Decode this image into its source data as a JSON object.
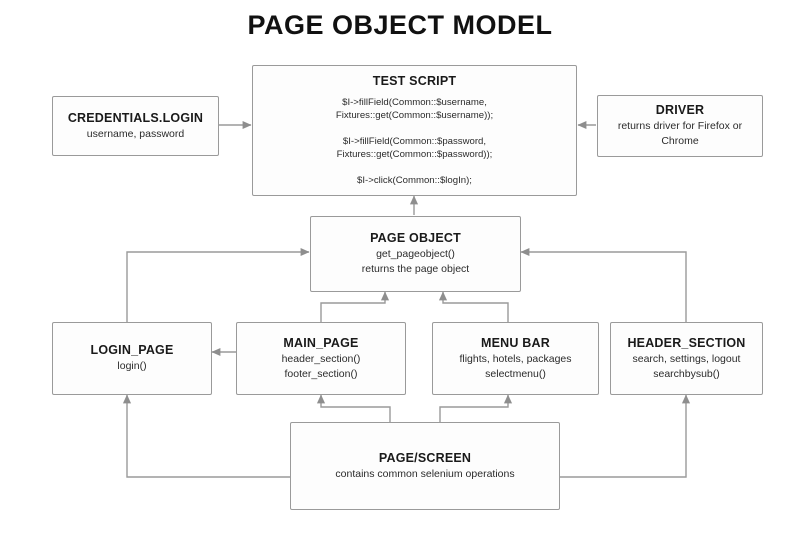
{
  "diagram": {
    "title": "PAGE OBJECT MODEL",
    "type": "flowchart",
    "line_color": "#9a9a9a",
    "box_border_color": "#9a9a9a",
    "box_fill_color": "#fdfdfd",
    "text_color": "#1a1a1a"
  },
  "nodes": {
    "credentials": {
      "title": "CREDENTIALS.LOGIN",
      "sub1": "username, password"
    },
    "test_script": {
      "title": "TEST SCRIPT",
      "code_line_1": "$I->fillField(Common::$username,",
      "code_line_2": "Fixtures::get(Common::$username));",
      "code_line_3": "$I->fillField(Common::$password,",
      "code_line_4": "Fixtures::get(Common::$password));",
      "code_line_5": "$I->click(Common::$logIn);"
    },
    "driver": {
      "title": "DRIVER",
      "sub1": "returns driver for Firefox or",
      "sub2": "Chrome"
    },
    "page_object": {
      "title": "PAGE OBJECT",
      "sub1": "get_pageobject()",
      "sub2": "returns the page object"
    },
    "login_page": {
      "title": "LOGIN_PAGE",
      "sub1": "login()"
    },
    "main_page": {
      "title": "MAIN_PAGE",
      "sub1": "header_section()",
      "sub2": "footer_section()"
    },
    "menu_bar": {
      "title": "MENU BAR",
      "sub1": "flights, hotels, packages",
      "sub2": "selectmenu()"
    },
    "header_section": {
      "title": "HEADER_SECTION",
      "sub1": "search, settings, logout",
      "sub2": "searchbysub()"
    },
    "page_screen": {
      "title": "PAGE/SCREEN",
      "sub1": "contains common selenium operations"
    }
  },
  "edges": [
    {
      "name": "credentials-to-test-script",
      "from": "credentials",
      "to": "test_script",
      "arrow": "right"
    },
    {
      "name": "driver-to-test-script",
      "from": "driver",
      "to": "test_script",
      "arrow": "left"
    },
    {
      "name": "page-object-to-test-script",
      "from": "page_object",
      "to": "test_script",
      "arrow": "up"
    },
    {
      "name": "login-page-to-page-object",
      "from": "login_page",
      "to": "page_object",
      "arrow": "right"
    },
    {
      "name": "main-page-to-page-object",
      "from": "main_page",
      "to": "page_object",
      "arrow": "up"
    },
    {
      "name": "menu-bar-to-page-object",
      "from": "menu_bar",
      "to": "page_object",
      "arrow": "up"
    },
    {
      "name": "header-section-to-page-object",
      "from": "header_section",
      "to": "page_object",
      "arrow": "left"
    },
    {
      "name": "main-page-to-login-page",
      "from": "main_page",
      "to": "login_page",
      "arrow": "left"
    },
    {
      "name": "page-screen-to-login-page",
      "from": "page_screen",
      "to": "login_page",
      "arrow": "up"
    },
    {
      "name": "page-screen-to-main-page",
      "from": "page_screen",
      "to": "main_page",
      "arrow": "up"
    },
    {
      "name": "page-screen-to-menu-bar",
      "from": "page_screen",
      "to": "menu_bar",
      "arrow": "up"
    },
    {
      "name": "page-screen-to-header-section",
      "from": "page_screen",
      "to": "header_section",
      "arrow": "up"
    }
  ]
}
